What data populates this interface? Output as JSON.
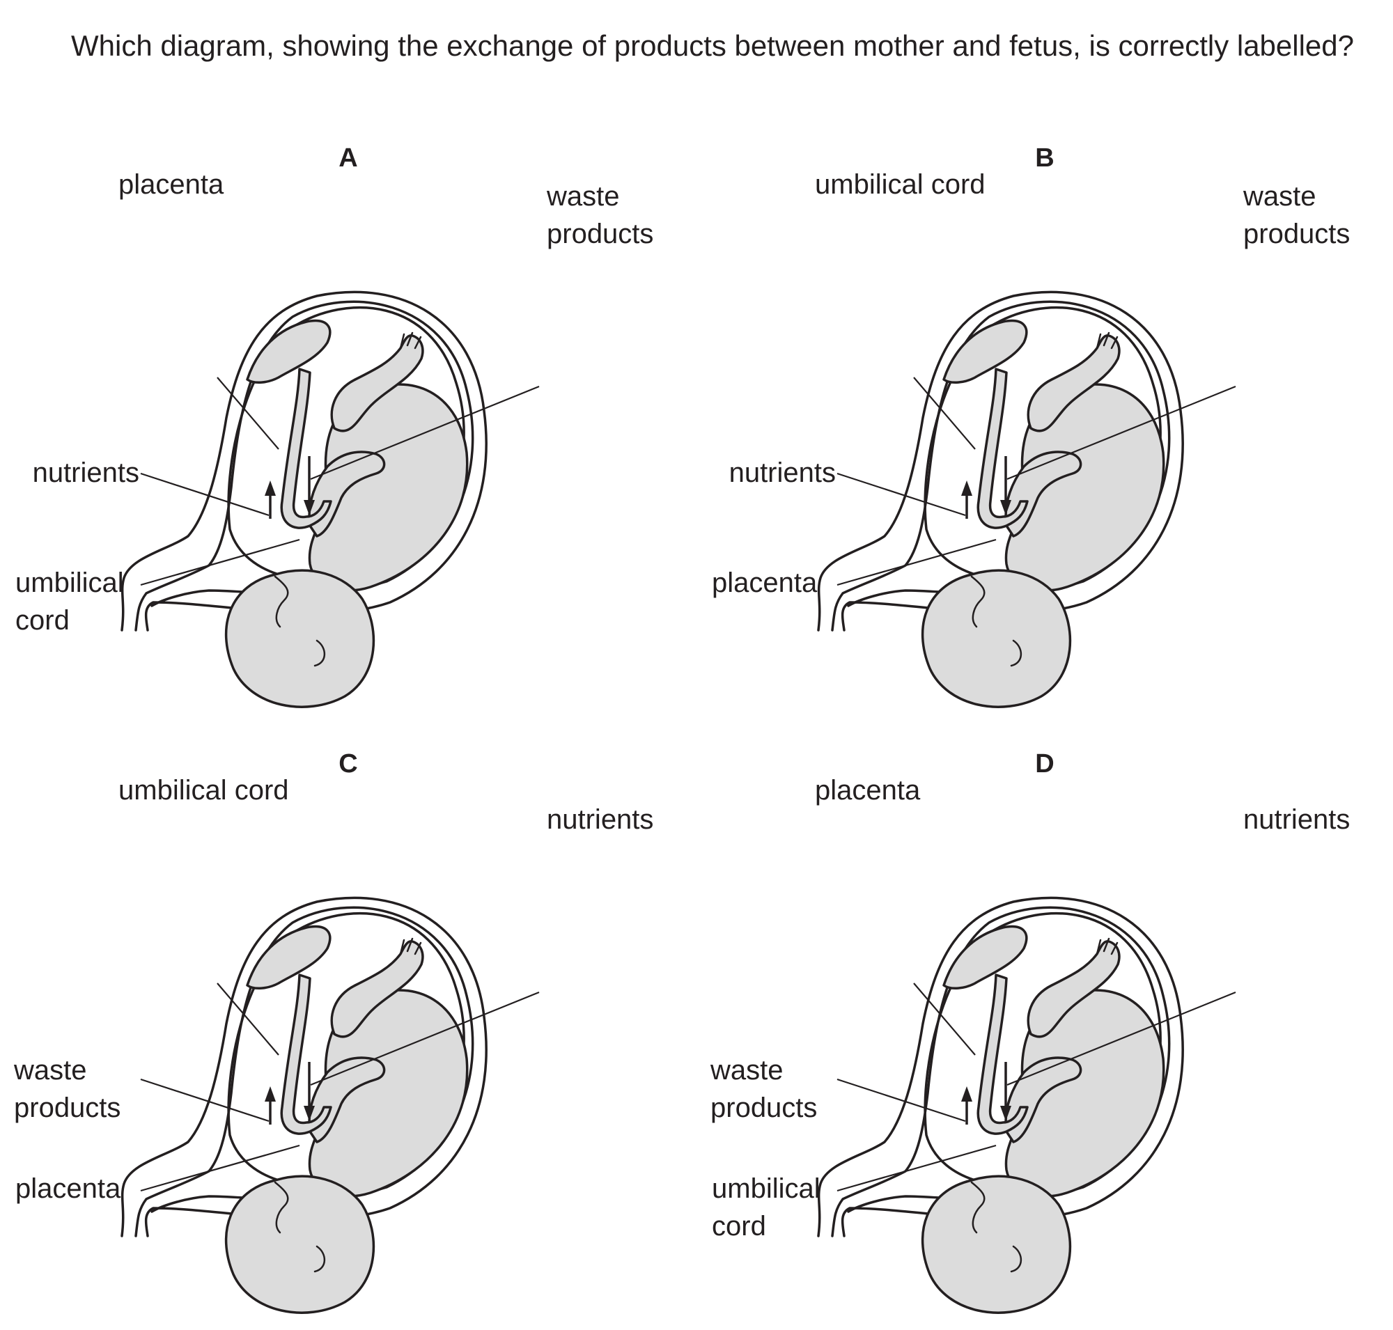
{
  "question": "Which diagram, showing the exchange of products between mother and fetus, is correctly labelled?",
  "options": [
    {
      "letter": "A",
      "labels": {
        "top_left": "placenta",
        "top_right": [
          "waste",
          "products"
        ],
        "middle_left": "nutrients",
        "bottom_left": [
          "umbilical",
          "cord"
        ]
      }
    },
    {
      "letter": "B",
      "labels": {
        "top_left": "umbilical cord",
        "top_right": [
          "waste",
          "products"
        ],
        "middle_left": "nutrients",
        "bottom_left": [
          "placenta"
        ]
      }
    },
    {
      "letter": "C",
      "labels": {
        "top_left": "umbilical cord",
        "top_right": [
          "nutrients"
        ],
        "middle_left": "waste products",
        "bottom_left": [
          "placenta"
        ]
      }
    },
    {
      "letter": "D",
      "labels": {
        "top_left": "placenta",
        "top_right": [
          "nutrients"
        ],
        "middle_left": "waste products",
        "bottom_left": [
          "umbilical",
          "cord"
        ]
      }
    }
  ]
}
